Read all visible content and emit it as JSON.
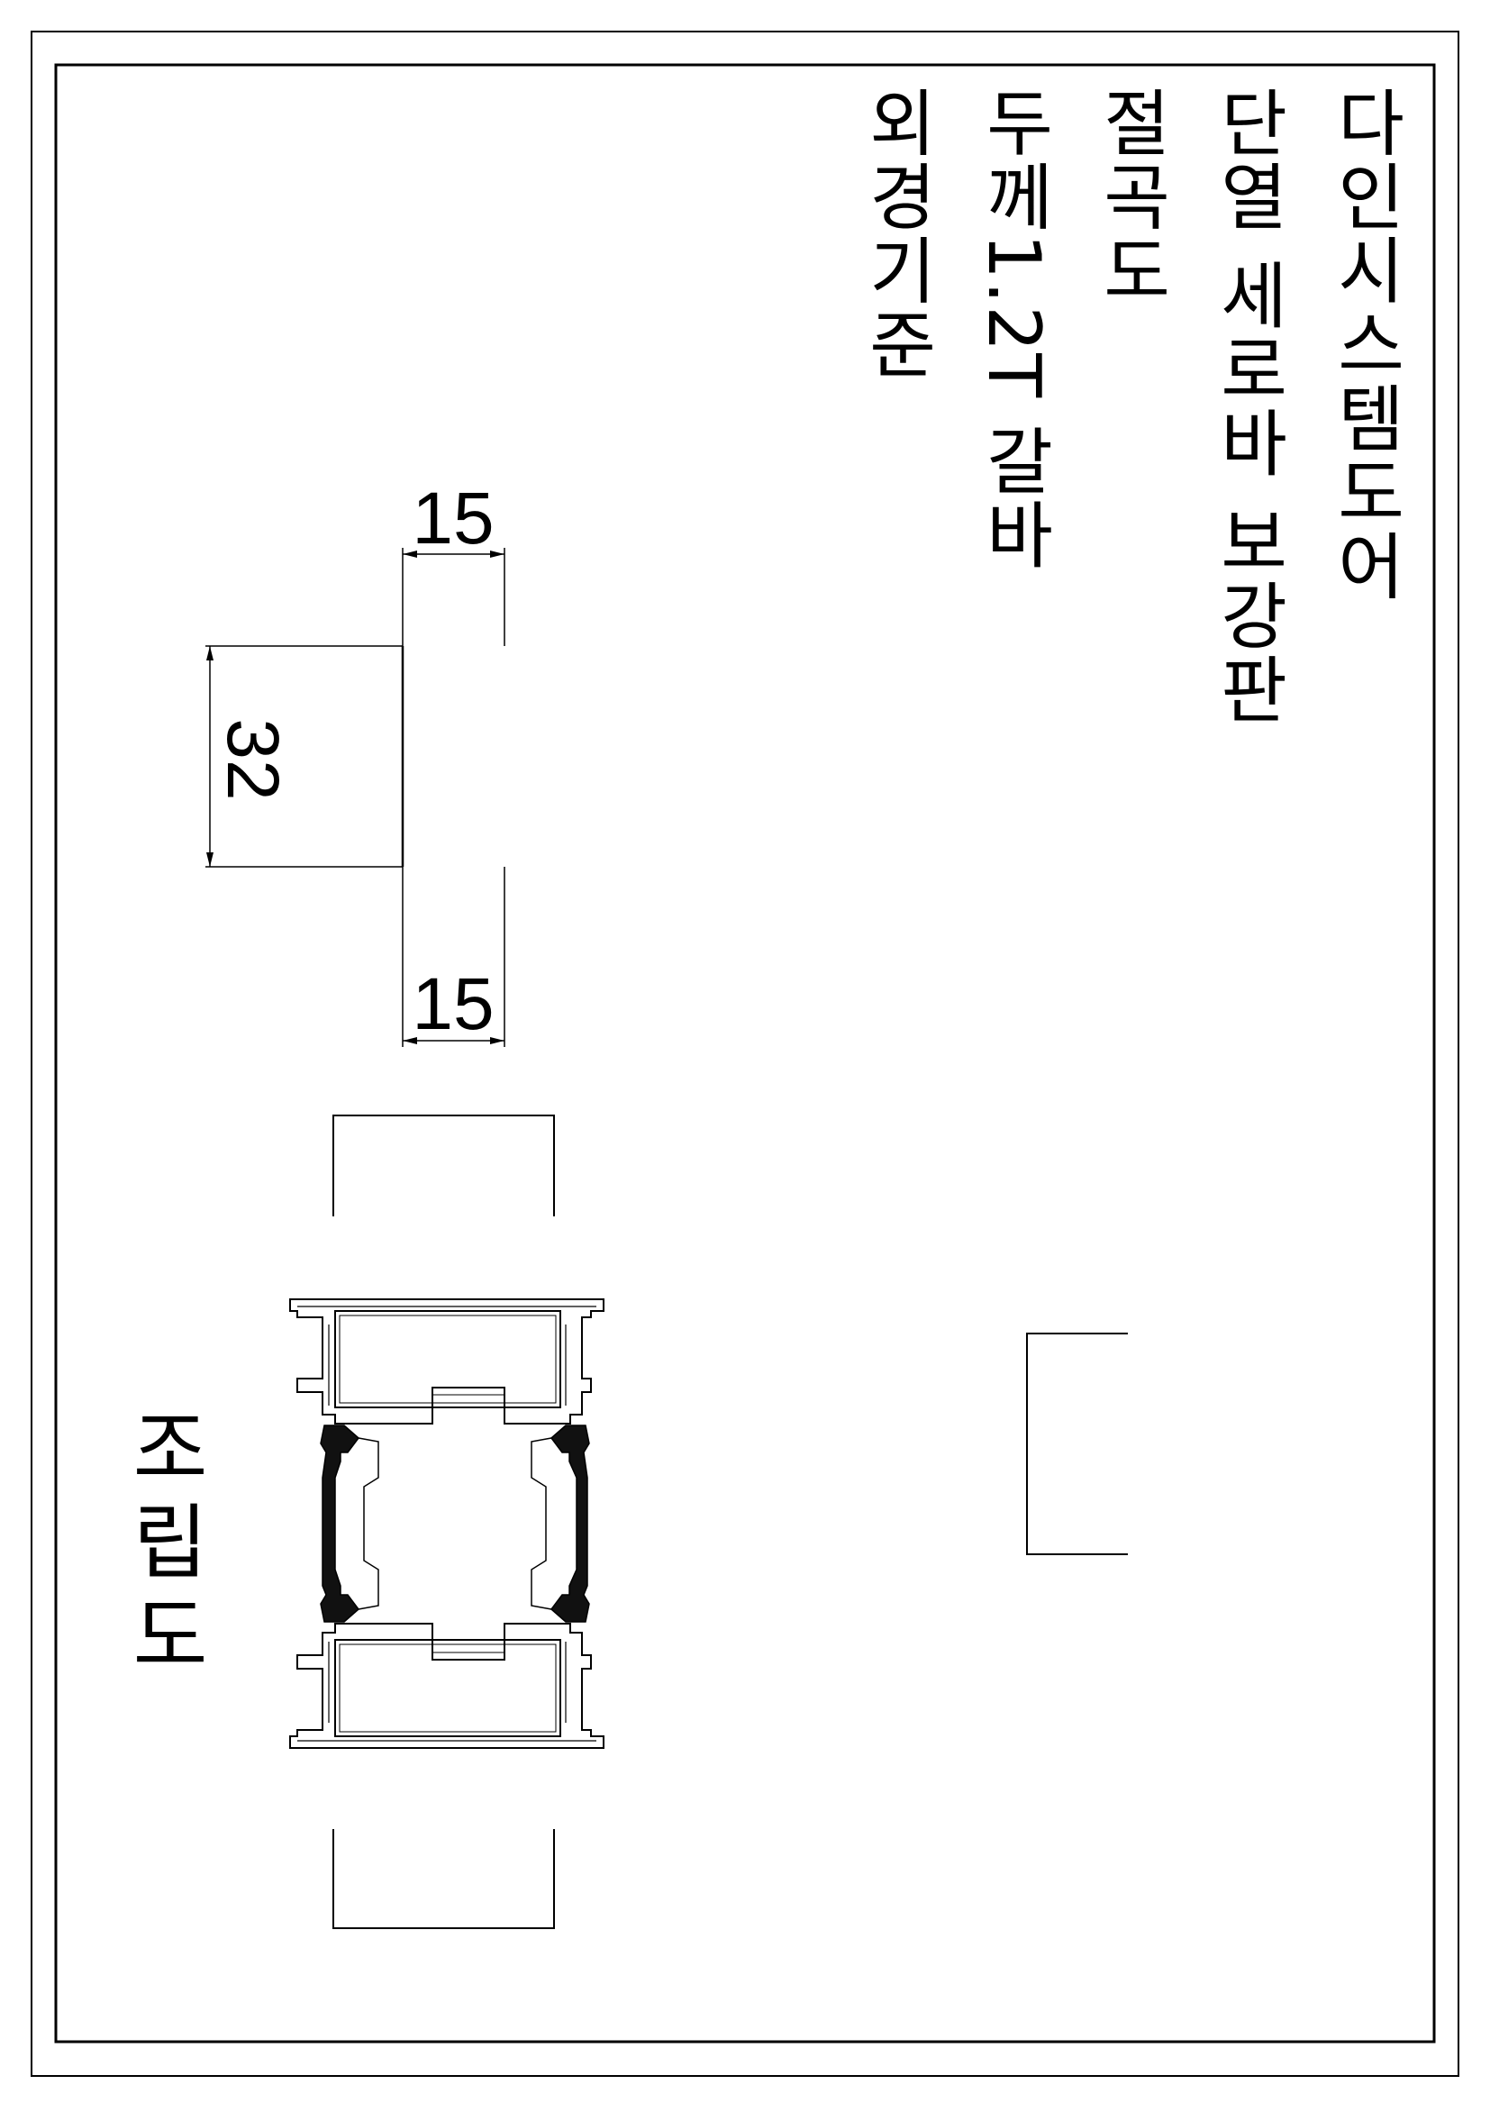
{
  "title_lines": [
    "다인시스템도어",
    "단열 세로바 보강판",
    "절곡도",
    "두께1.2T 갈바",
    "외경기준"
  ],
  "dimensions": {
    "top_flange": "15",
    "web": "32",
    "bottom_flange": "15"
  },
  "assembly_label": "조립도",
  "colors": {
    "line": "#000000",
    "background": "#ffffff"
  }
}
